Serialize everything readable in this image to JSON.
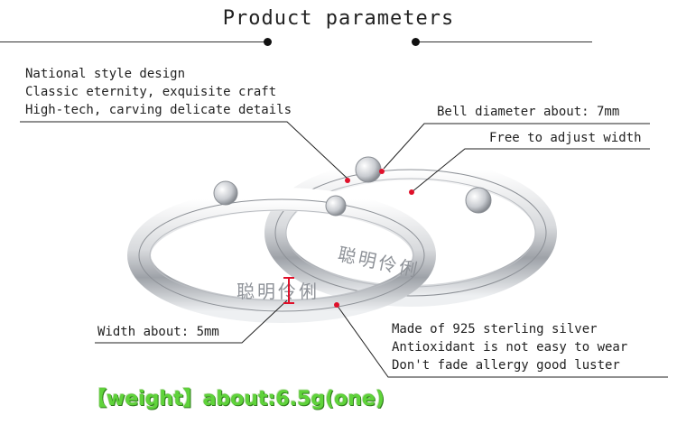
{
  "title": "Product parameters",
  "features": {
    "line1": "National style design",
    "line2": "Classic eternity, exquisite craft",
    "line3": "High-tech, carving delicate details"
  },
  "bell_diameter": "Bell diameter about: 7mm",
  "adjust": "Free to adjust width",
  "width_label": "Width about: 5mm",
  "material": {
    "line1": "Made of 925 sterling silver",
    "line2": "Antioxidant is not easy to wear",
    "line3": "Don't fade allergy good luster"
  },
  "weight": "【weight】about:6.5g(one)",
  "engraving": "聪明伶俐",
  "colors": {
    "accent_red": "#e0102a",
    "weight_green": "#5fd33a"
  }
}
